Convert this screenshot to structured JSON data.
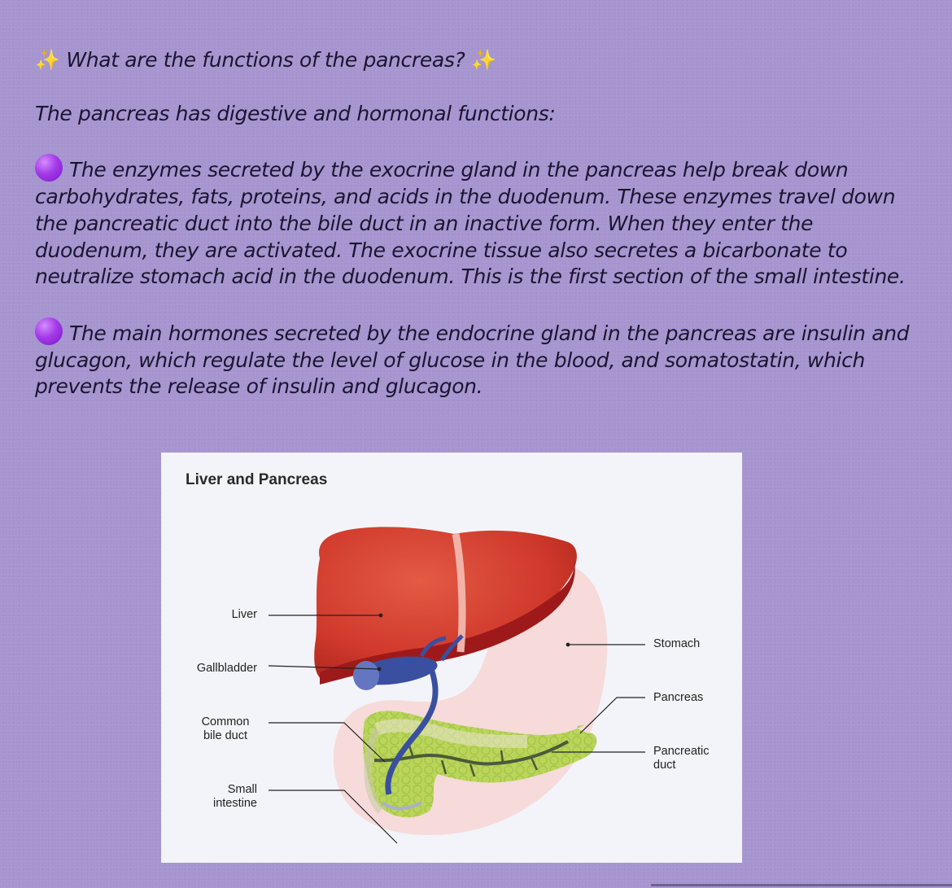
{
  "article": {
    "title_spark": "✨",
    "title": "What are the functions of the pancreas?",
    "intro": "The pancreas has digestive and hormonal functions:",
    "para1": "The enzymes secreted by the exocrine gland in the pancreas help break down carbohydrates, fats, proteins, and acids in the duodenum. These enzymes travel down the pancreatic duct into the bile duct in an inactive form. When they enter the duodenum, they are activated. The exocrine tissue also secretes a bicarbonate to neutralize stomach acid in the duodenum. This is the first section of the small intestine.",
    "para2": "The main hormones secreted by the endocrine gland in the pancreas are insulin and glucagon, which regulate the level of glucose in the blood, and somatostatin, which prevents the release of insulin and glucagon.",
    "bullet_icon": "purple-circle-icon",
    "spark_icon": "sparkles-icon"
  },
  "figure": {
    "title": "Liver and Pancreas",
    "labels": {
      "liver": "Liver",
      "gallbladder": "Gallbladder",
      "common_bile_duct_1": "Common",
      "common_bile_duct_2": "bile duct",
      "small_intestine_1": "Small",
      "small_intestine_2": "intestine",
      "stomach": "Stomach",
      "pancreas": "Pancreas",
      "pancreatic_duct_1": "Pancreatic",
      "pancreatic_duct_2": "duct"
    },
    "colors": {
      "liver": "#d0392b",
      "liver_dark": "#9e1a1a",
      "stomach": "#f3cfcf",
      "pancreas": "#b9d65a",
      "bile_duct": "#3a4fa0",
      "pancreatic_duct": "#4b5a3a"
    }
  }
}
